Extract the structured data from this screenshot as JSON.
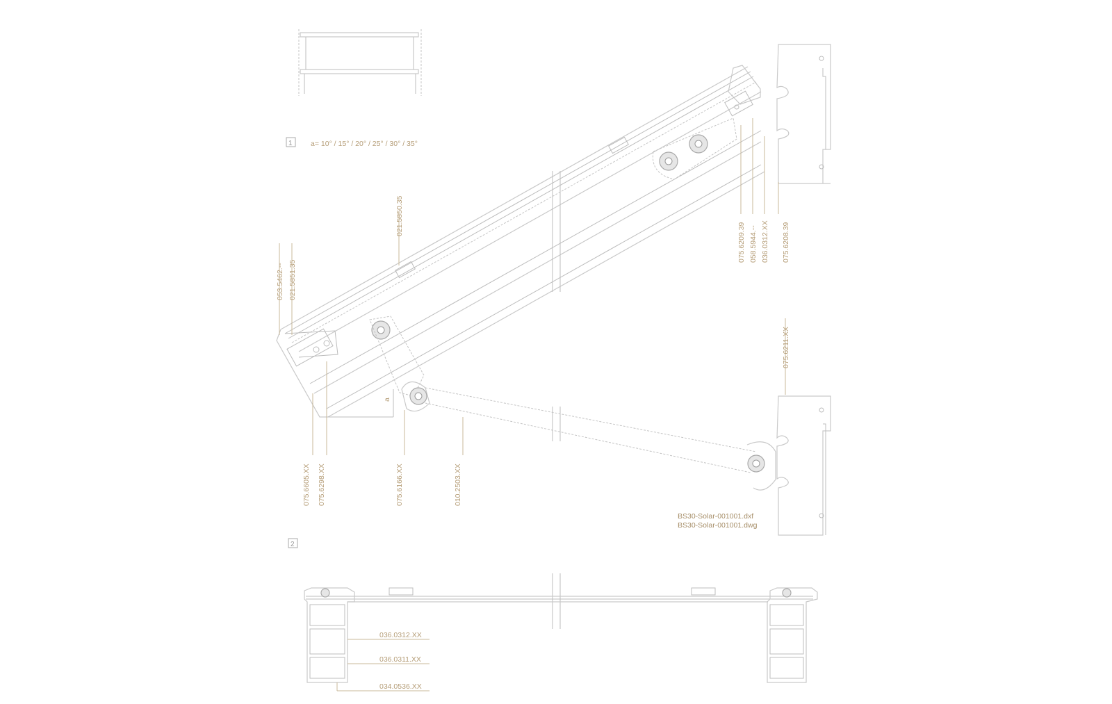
{
  "views": {
    "view1": {
      "number": "1",
      "angle_note": "a= 10° / 15° / 20° / 25° / 30° / 35°"
    },
    "view2": {
      "number": "2"
    }
  },
  "labels": {
    "l_021_5850_35": "021.5850.35",
    "l_053_5462": "053.5462.--",
    "l_021_5851_35": "021.5851.35",
    "l_075_6209_39": "075.6209.39",
    "l_058_5944": "058.5944.--",
    "l_036_0312_xx_v": "036.0312.XX",
    "l_075_6208_39": "075.6208.39",
    "l_075_6211_xx": "075.6211.XX",
    "l_075_6605_xx": "075.6605.XX",
    "l_075_6298_xx": "075.6298.XX",
    "l_075_6166_xx": "075.6166.XX",
    "l_010_2503_xx": "010.2503.XX",
    "l_036_0312_xx_h": "036.0312.XX",
    "l_036_0311_xx": "036.0311.XX",
    "l_034_0536_xx": "034.0536.XX",
    "angle_mark": "a"
  },
  "files": {
    "dxf": "BS30-Solar-001001.dxf",
    "dwg": "BS30-Solar-001001.dwg"
  }
}
